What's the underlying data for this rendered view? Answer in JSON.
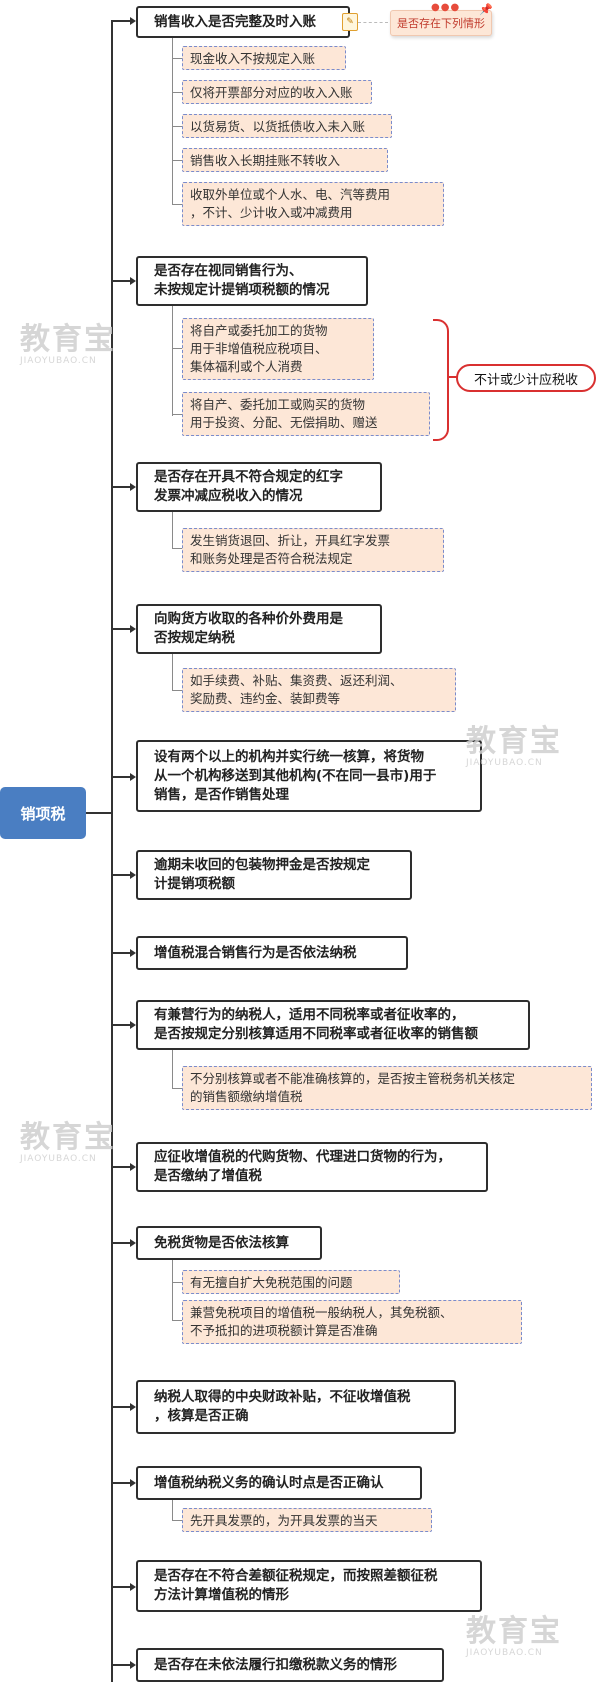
{
  "root": {
    "label": "销项税"
  },
  "note": {
    "text": "是否存在下列情形"
  },
  "callout": {
    "text": "不计或少计应税收"
  },
  "watermark": {
    "main": "教育宝",
    "sub": "JIAOYUBAO.CN"
  },
  "branches": [
    {
      "label": "销售收入是否完整及时入账",
      "children": [
        "现金收入不按规定入账",
        "仅将开票部分对应的收入入账",
        "以货易货、以货抵债收入未入账",
        "销售收入长期挂账不转收入",
        "收取外单位或个人水、电、汽等费用\n，不计、少计收入或冲减费用"
      ]
    },
    {
      "label": "是否存在视同销售行为、\n未按规定计提销项税额的情况",
      "children": [
        "将自产或委托加工的货物\n用于非增值税应税项目、\n集体福利或个人消费",
        "将自产、委托加工或购买的货物\n用于投资、分配、无偿捐助、赠送"
      ]
    },
    {
      "label": "是否存在开具不符合规定的红字\n发票冲减应税收入的情况",
      "children": [
        "发生销货退回、折让，开具红字发票\n和账务处理是否符合税法规定"
      ]
    },
    {
      "label": "向购货方收取的各种价外费用是\n否按规定纳税",
      "children": [
        "如手续费、补贴、集资费、返还利润、\n奖励费、违约金、装卸费等"
      ]
    },
    {
      "label": "设有两个以上的机构并实行统一核算，将货物\n从一个机构移送到其他机构(不在同一县市)用于\n销售，是否作销售处理",
      "children": []
    },
    {
      "label": "逾期未收回的包装物押金是否按规定\n计提销项税额",
      "children": []
    },
    {
      "label": "增值税混合销售行为是否依法纳税",
      "children": []
    },
    {
      "label": "有兼营行为的纳税人，适用不同税率或者征收率的，\n是否按规定分别核算适用不同税率或者征收率的销售额",
      "children": [
        "不分别核算或者不能准确核算的，是否按主管税务机关核定\n的销售额缴纳增值税"
      ]
    },
    {
      "label": "应征收增值税的代购货物、代理进口货物的行为，\n是否缴纳了增值税",
      "children": []
    },
    {
      "label": "免税货物是否依法核算",
      "children": [
        "有无擅自扩大免税范围的问题",
        "兼营免税项目的增值税一般纳税人，其免税额、\n不予抵扣的进项税额计算是否准确"
      ]
    },
    {
      "label": "纳税人取得的中央财政补贴，不征收增值税\n，核算是否正确",
      "children": []
    },
    {
      "label": "增值税纳税义务的确认时点是否正确认",
      "children": [
        "先开具发票的，为开具发票的当天"
      ]
    },
    {
      "label": "是否存在不符合差额征税规定，而按照差额征税\n方法计算增值税的情形",
      "children": []
    },
    {
      "label": "是否存在未依法履行扣缴税款义务的情形",
      "children": []
    }
  ]
}
